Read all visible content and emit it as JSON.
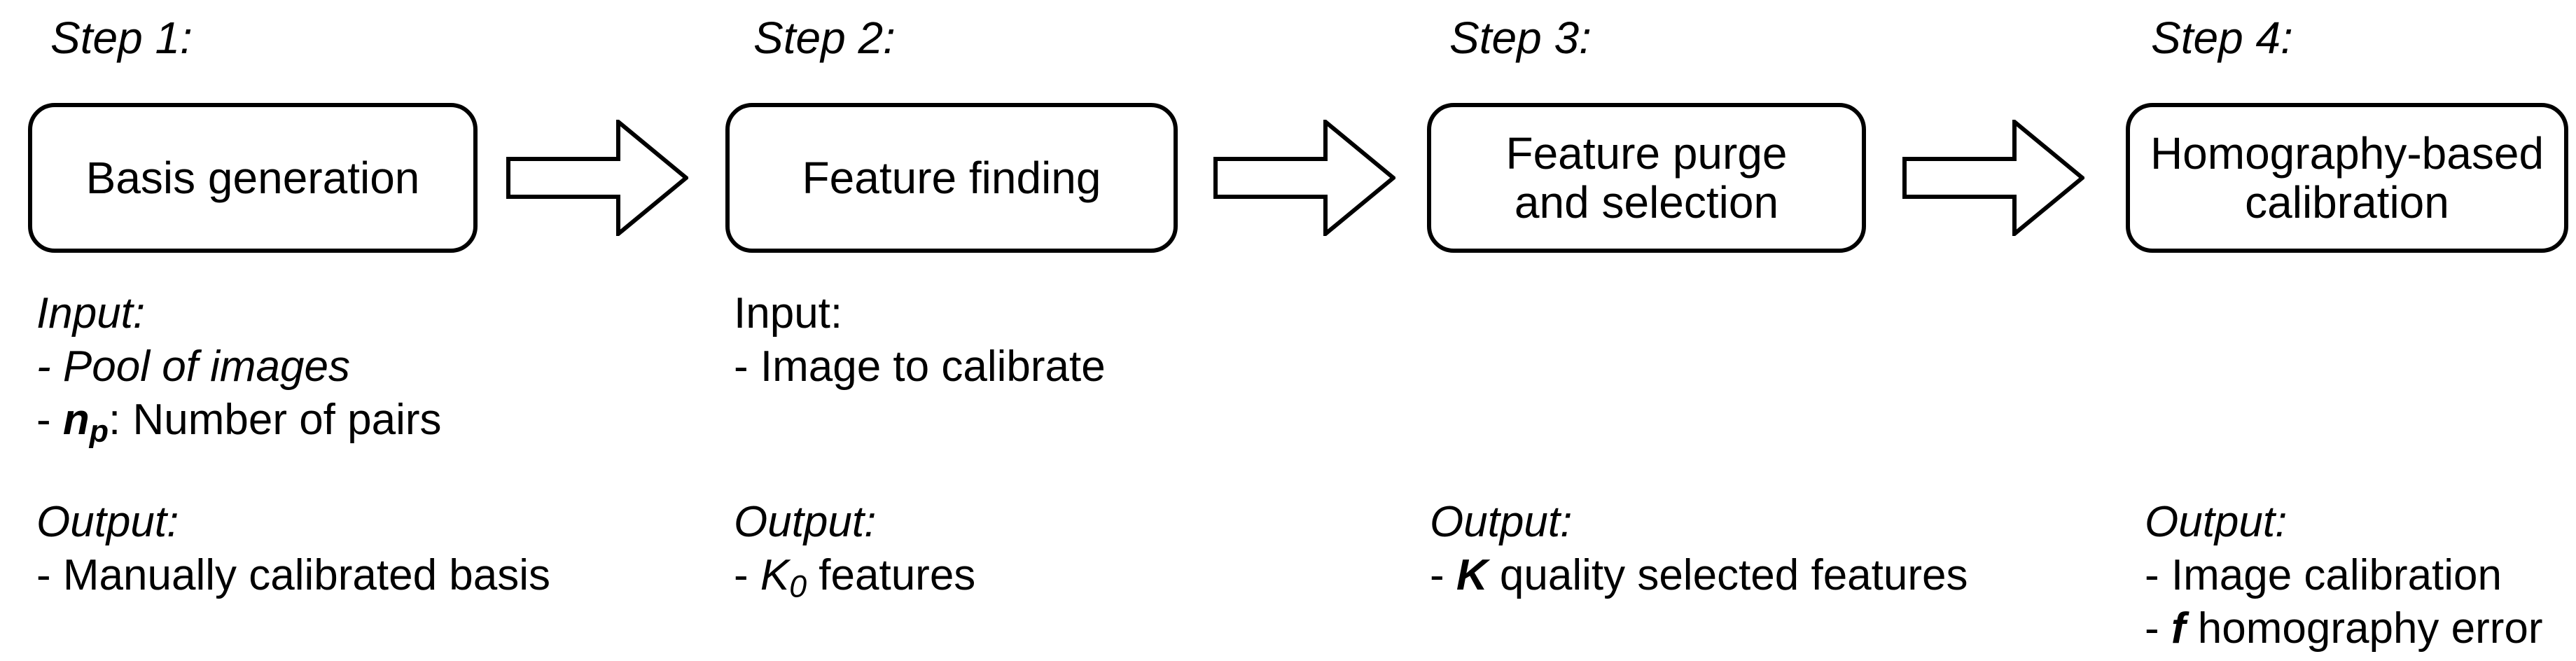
{
  "figure": {
    "colors": {
      "ink": "#000000",
      "background": "#ffffff"
    },
    "steps": [
      {
        "label": "Step 1:",
        "box_lines": [
          "Basis generation"
        ],
        "input_lines": [
          [
            {
              "text": "Input:",
              "style": "italic"
            }
          ],
          [
            {
              "text": "- Pool of images",
              "style": "italic"
            }
          ],
          [
            {
              "text": "- ",
              "style": "regular"
            },
            {
              "text": "n",
              "style": "bold-italic"
            },
            {
              "text": "p",
              "style": "bold-italic",
              "sub": true
            },
            {
              "text": ": Number of pairs",
              "style": "regular"
            }
          ]
        ],
        "output_lines": [
          [
            {
              "text": "Output:",
              "style": "italic"
            }
          ],
          [
            {
              "text": "- Manually calibrated basis",
              "style": "regular"
            }
          ]
        ]
      },
      {
        "label": "Step 2:",
        "box_lines": [
          "Feature finding"
        ],
        "input_lines": [
          [
            {
              "text": "Input:",
              "style": "regular"
            }
          ],
          [
            {
              "text": "- Image to calibrate",
              "style": "regular"
            }
          ]
        ],
        "output_lines": [
          [
            {
              "text": "Output:",
              "style": "italic"
            }
          ],
          [
            {
              "text": "- ",
              "style": "regular"
            },
            {
              "text": "K",
              "style": "italic"
            },
            {
              "text": "0",
              "style": "italic",
              "sub": true
            },
            {
              "text": " features",
              "style": "regular"
            }
          ]
        ]
      },
      {
        "label": "Step 3:",
        "box_lines": [
          "Feature purge",
          "and selection"
        ],
        "input_lines": [],
        "output_lines": [
          [
            {
              "text": "Output:",
              "style": "italic"
            }
          ],
          [
            {
              "text": "- ",
              "style": "regular"
            },
            {
              "text": "K",
              "style": "bold-italic"
            },
            {
              "text": " quality selected features",
              "style": "regular"
            }
          ]
        ]
      },
      {
        "label": "Step 4:",
        "box_lines": [
          "Homography-based",
          "calibration"
        ],
        "input_lines": [],
        "output_lines": [
          [
            {
              "text": "Output:",
              "style": "italic"
            }
          ],
          [
            {
              "text": "- Image calibration",
              "style": "regular"
            }
          ],
          [
            {
              "text": "- ",
              "style": "regular"
            },
            {
              "text": "f",
              "style": "bold-italic"
            },
            {
              "text": " homography error",
              "style": "regular"
            }
          ]
        ]
      }
    ]
  }
}
